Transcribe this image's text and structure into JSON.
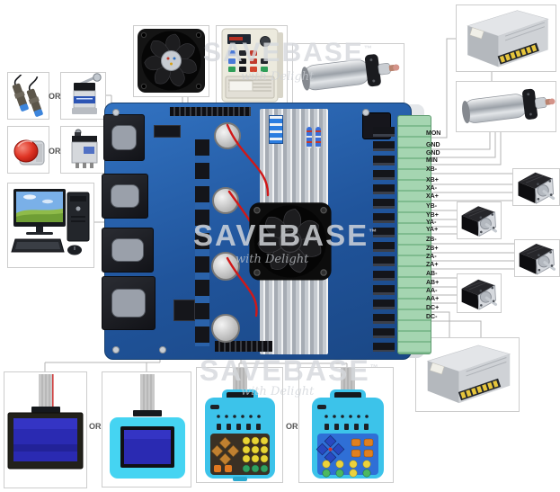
{
  "watermark": {
    "brand": "SAVEBASE",
    "tm": "™",
    "tagline": "with Delight"
  },
  "or_label": "OR",
  "board": {
    "terminals": [
      "MON",
      "GND",
      "GND",
      "MIN",
      "XB-",
      "XB+",
      "XA-",
      "XA+",
      "YB-",
      "YB+",
      "YA-",
      "YA+",
      "ZB-",
      "ZB+",
      "ZA-",
      "ZA+",
      "AB-",
      "AB+",
      "AA-",
      "AA+",
      "DC+",
      "DC-"
    ],
    "colors": {
      "pcb": "#2a67b2",
      "terminal_block": "#9ed0ab",
      "heatsink": "#ccd1d6"
    }
  },
  "components": [
    "proximity-sensors",
    "limit-switch",
    "emergency-stop-button",
    "micro-limit-switch",
    "desktop-computer",
    "cooling-fan",
    "vfd-inverter",
    "spindle-motor",
    "switching-power-supply",
    "spindle-motor-large",
    "stepper-motor-x",
    "stepper-motor-y",
    "stepper-motor-z",
    "stepper-motor-a",
    "switching-power-supply-2",
    "lcd-display-module",
    "lcd-display-cased",
    "handheld-control-pad-1",
    "handheld-control-pad-2",
    "cnc-controller-board"
  ],
  "ui_colors": {
    "pad_cyan": "#3cc3ea",
    "wire_red": "#d01818",
    "line_grey": "#b3b3b3"
  }
}
